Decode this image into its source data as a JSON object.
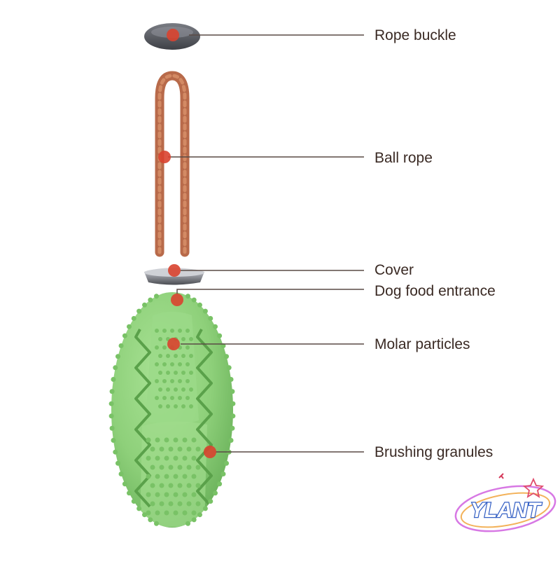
{
  "diagram": {
    "colors": {
      "leader_line": "#5a4a45",
      "marker": "#d9432f",
      "label_text": "#3a2a24",
      "toy_green": "#8ed07a",
      "rope": "#b86a4a",
      "cap_gray": "#5d5f66"
    },
    "labels": [
      {
        "text": "Rope buckle"
      },
      {
        "text": "Ball rope"
      },
      {
        "text": "Cover"
      },
      {
        "text": "Dog food entrance"
      },
      {
        "text": "Molar particles"
      },
      {
        "text": "Brushing granules"
      }
    ]
  },
  "watermark": {
    "text": "YLANT"
  }
}
